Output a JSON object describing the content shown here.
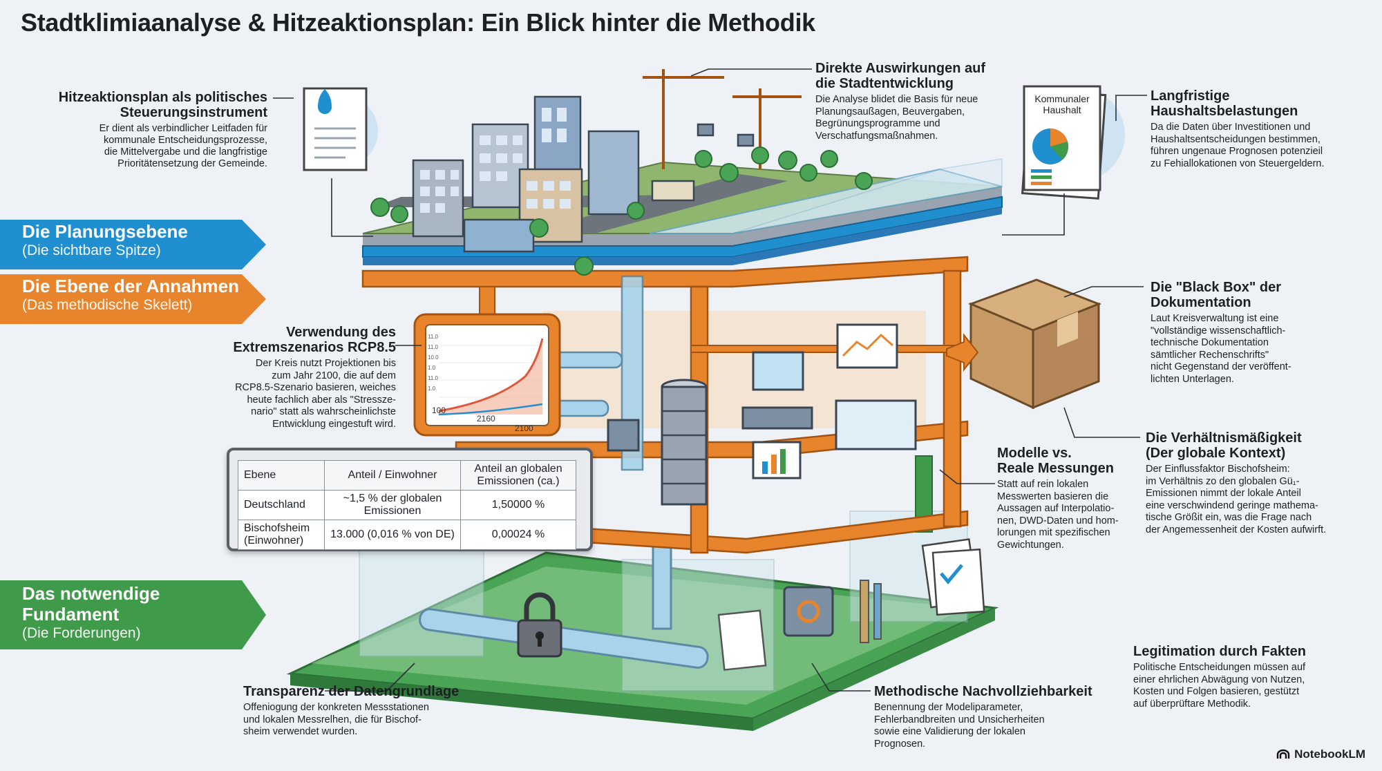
{
  "title": "Stadtklimiaanalyse & Hitzeaktionsplan: Ein Blick hinter die Methodik",
  "colors": {
    "blue": "#1f8fcf",
    "orange": "#e8842c",
    "green": "#3f9a4a",
    "background": "#eef2f6"
  },
  "levels": [
    {
      "title": "Die Planungsebene",
      "subtitle": "(Die sichtbare Spitze)"
    },
    {
      "title": "Die Ebene der Annahmen",
      "subtitle": "(Das methodische Skelett)"
    },
    {
      "title_line1": "Das notwendige",
      "title_line2": "Fundament",
      "subtitle": "(Die Forderungen)"
    }
  ],
  "callouts": {
    "hitzeaktionsplan": {
      "title_line1": "Hitzeaktionsplan als politisches",
      "title_line2": "Steuerungsinstrument",
      "text": [
        "Er dient als verbindlicher Leitfaden für",
        "kommunale Entscheidungsprozesse,",
        "die Mittelvergabe und die langfristige",
        "Prioritätensetzung der Gemeinde."
      ]
    },
    "direkte": {
      "title_line1": "Direkte Auswirkungen auf",
      "title_line2": "die Stadtentwicklung",
      "text": [
        "Die Analyse blidet die Basis für neue",
        "Planungsaußagen, Beuvergaben,",
        "Begrünungsprogramme und",
        "Verschatfungsmaßnahmen."
      ]
    },
    "langfristige": {
      "title_line1": "Langfristige",
      "title_line2": "Haushaltsbelastungen",
      "text": [
        "Da die Daten über Investitionen und",
        "Haushaltsentscheidungen bestimmen,",
        "führen ungenaue Prognosen potenzieil",
        "zu Fehiallokationen von Steuergeldern."
      ]
    },
    "blackbox": {
      "title_line1": "Die \"Black Box\" der",
      "title_line2": "Dokumentation",
      "text": [
        "Laut Kreisverwaltung ist eine",
        "\"vollständige wissenschaftlich-",
        "technische Dokumentation",
        "sämtlicher Rechenschrifts\"",
        "nicht Gegenstand der veröffent-",
        "lichten Unterlagen."
      ]
    },
    "verwendung": {
      "title_line1": "Verwendung des",
      "title_line2": "Extremszenarios RCP8.5",
      "text": [
        "Der Kreis nutzt Projektionen bis",
        "zum Jahr 2100, die auf dem",
        "RCP8.5-Szenario basieren, weiches",
        "heute fachlich aber als \"Stressze-",
        "nario\" statt als wahrscheinlichste",
        "Entwicklung eingestuft wird."
      ]
    },
    "modelle": {
      "title_line1": "Modelle vs.",
      "title_line2": "Reale Messungen",
      "text": [
        "Statt auf rein lokalen",
        "Messwerten basieren die",
        "Aussagen auf Interpolatio-",
        "nen, DWD-Daten und hom-",
        "lorungen mit spezifischen",
        "Gewichtungen."
      ]
    },
    "verhaeltnis": {
      "title_line1": "Die Verhältnismäßigkeit",
      "title_line2": "(Der globale Kontext)",
      "text": [
        "Der Einflussfaktor Bischofsheim:",
        "im Verhältnis zo den globalen Gü₁-",
        "Emissionen nimmt der lokale Anteil",
        "eine verschwindend geringe mathema-",
        "tische Größit ein, was die Frage nach",
        "der Angemessenheit der Kosten aufwirft."
      ]
    },
    "legitimation": {
      "title": "Legitimation durch Fakten",
      "text": [
        "Politische Entscheidungen müssen auf",
        "einer ehrlichen Abwägung von Nutzen,",
        "Kosten und Folgen basieren, gestützt",
        "auf überprüftare Methodik."
      ]
    },
    "transparenz": {
      "title": "Transparenz der Datengrundlage",
      "text": [
        "Offeniogung der konkreten Messstationen",
        "und lokalen Messrelhen, die für Bischof-",
        "sheim verwendet wurden."
      ]
    },
    "methodische": {
      "title": "Methodische Nachvollziehbarkeit",
      "text": [
        "Benennung der Modeliparameter,",
        "Fehlerbandbreiten und Unsicherheiten",
        "sowie eine Validierung der lokalen",
        "Prognosen."
      ]
    }
  },
  "document_labels": {
    "budget_line1": "Kommunaler",
    "budget_line2": "Haushalt"
  },
  "chart_inset": {
    "x_ticks": [
      "100",
      "2160",
      "2100"
    ],
    "y_ticks": [
      "11.0",
      "11.0",
      "10.0",
      "1.0",
      "11.0",
      "1.0"
    ]
  },
  "emissions_table": {
    "headers": [
      "Ebene",
      "Anteil / Einwohner",
      "Anteil an globalen Emissionen (ca.)"
    ],
    "rows": [
      [
        "Deutschland",
        "~1,5 % der globalen Emissionen",
        "1,50000 %"
      ],
      [
        "Bischofsheim (Einwohner)",
        "13.000 (0,016 % von DE)",
        "0,00024 %"
      ]
    ]
  },
  "brand": "NotebookLM"
}
